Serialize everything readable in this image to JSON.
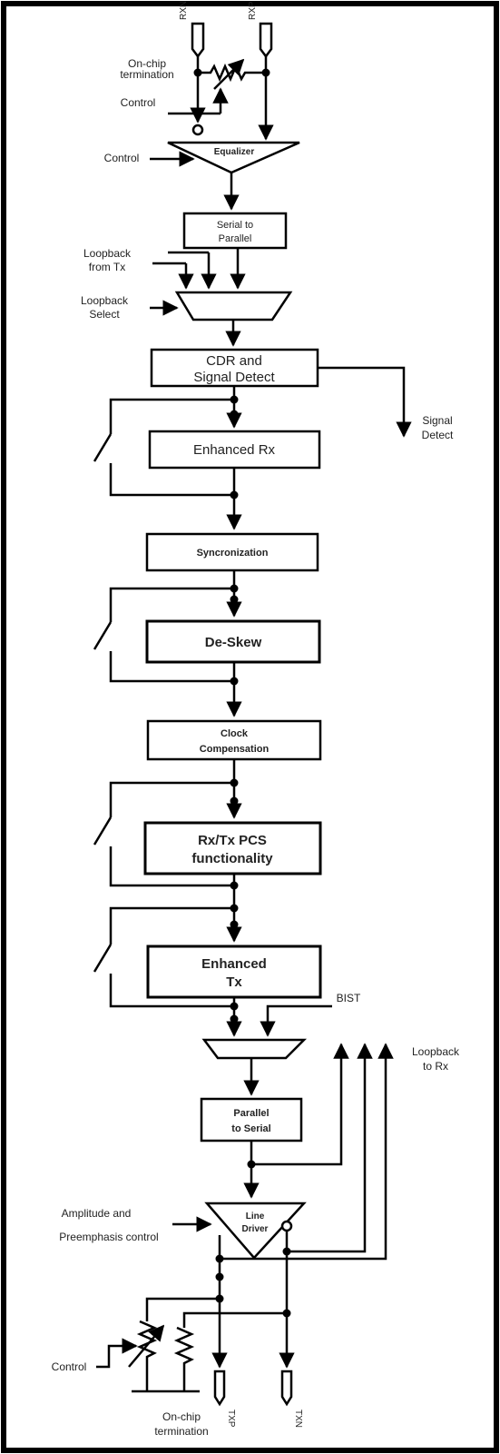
{
  "labels": {
    "rxn": "RXN",
    "rxp": "RXP",
    "onchip_top_1": "On-chip",
    "onchip_top_2": "termination",
    "control_1": "Control",
    "control_2": "Control",
    "equalizer": "Equalizer",
    "s2p_1": "Serial to",
    "s2p_2": "Parallel",
    "loopback_tx_1": "Loopback",
    "loopback_tx_2": "from Tx",
    "loopback_sel_1": "Loopback",
    "loopback_sel_2": "Select",
    "cdr_1": "CDR and",
    "cdr_2": "Signal Detect",
    "sigdet_1": "Signal",
    "sigdet_2": "Detect",
    "enh_rx": "Enhanced Rx",
    "sync": "Syncronization",
    "deskew": "De-Skew",
    "clk_1": "Clock",
    "clk_2": "Compensation",
    "pcs_1": "Rx/Tx PCS",
    "pcs_2": "functionality",
    "enh_tx_1": "Enhanced",
    "enh_tx_2": "Tx",
    "bist": "BIST",
    "loopback_rx_1": "Loopback",
    "loopback_rx_2": "to Rx",
    "p2s_1": "Parallel",
    "p2s_2": "to Serial",
    "amp_1": "Amplitude and",
    "amp_2": "Preemphasis control",
    "line_1": "Line",
    "line_2": "Driver",
    "control_3": "Control",
    "onchip_bot_1": "On-chip",
    "onchip_bot_2": "termination",
    "txp": "TXP",
    "txn": "TXN"
  }
}
